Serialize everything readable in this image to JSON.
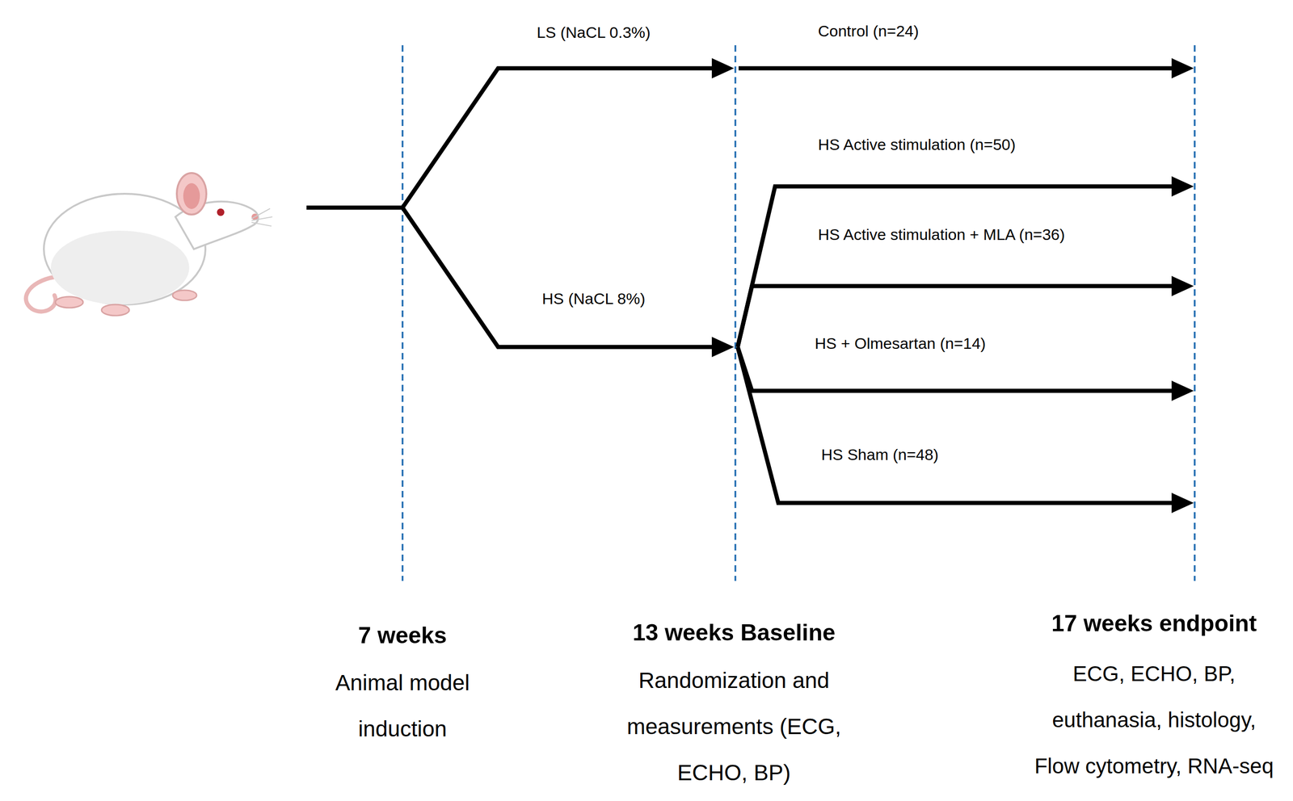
{
  "diagram": {
    "labels": [
      "LS (NaCL 0.3%)",
      "Control (n=24)",
      "HS Active stimulation (n=50)",
      "HS Active stimulation + MLA (n=36)",
      "HS (NaCL 8%)",
      "HS + Olmesartan (n=14)",
      "HS Sham (n=48)",
      "7 weeks",
      "Animal model induction",
      "13 weeks Baseline",
      "Randomization and measurements (ECG, ECHO, BP)",
      "17 weeks endpoint",
      "ECG, ECHO, BP, euthanasia, histology, Flow cytometry, RNA-seq"
    ]
  }
}
